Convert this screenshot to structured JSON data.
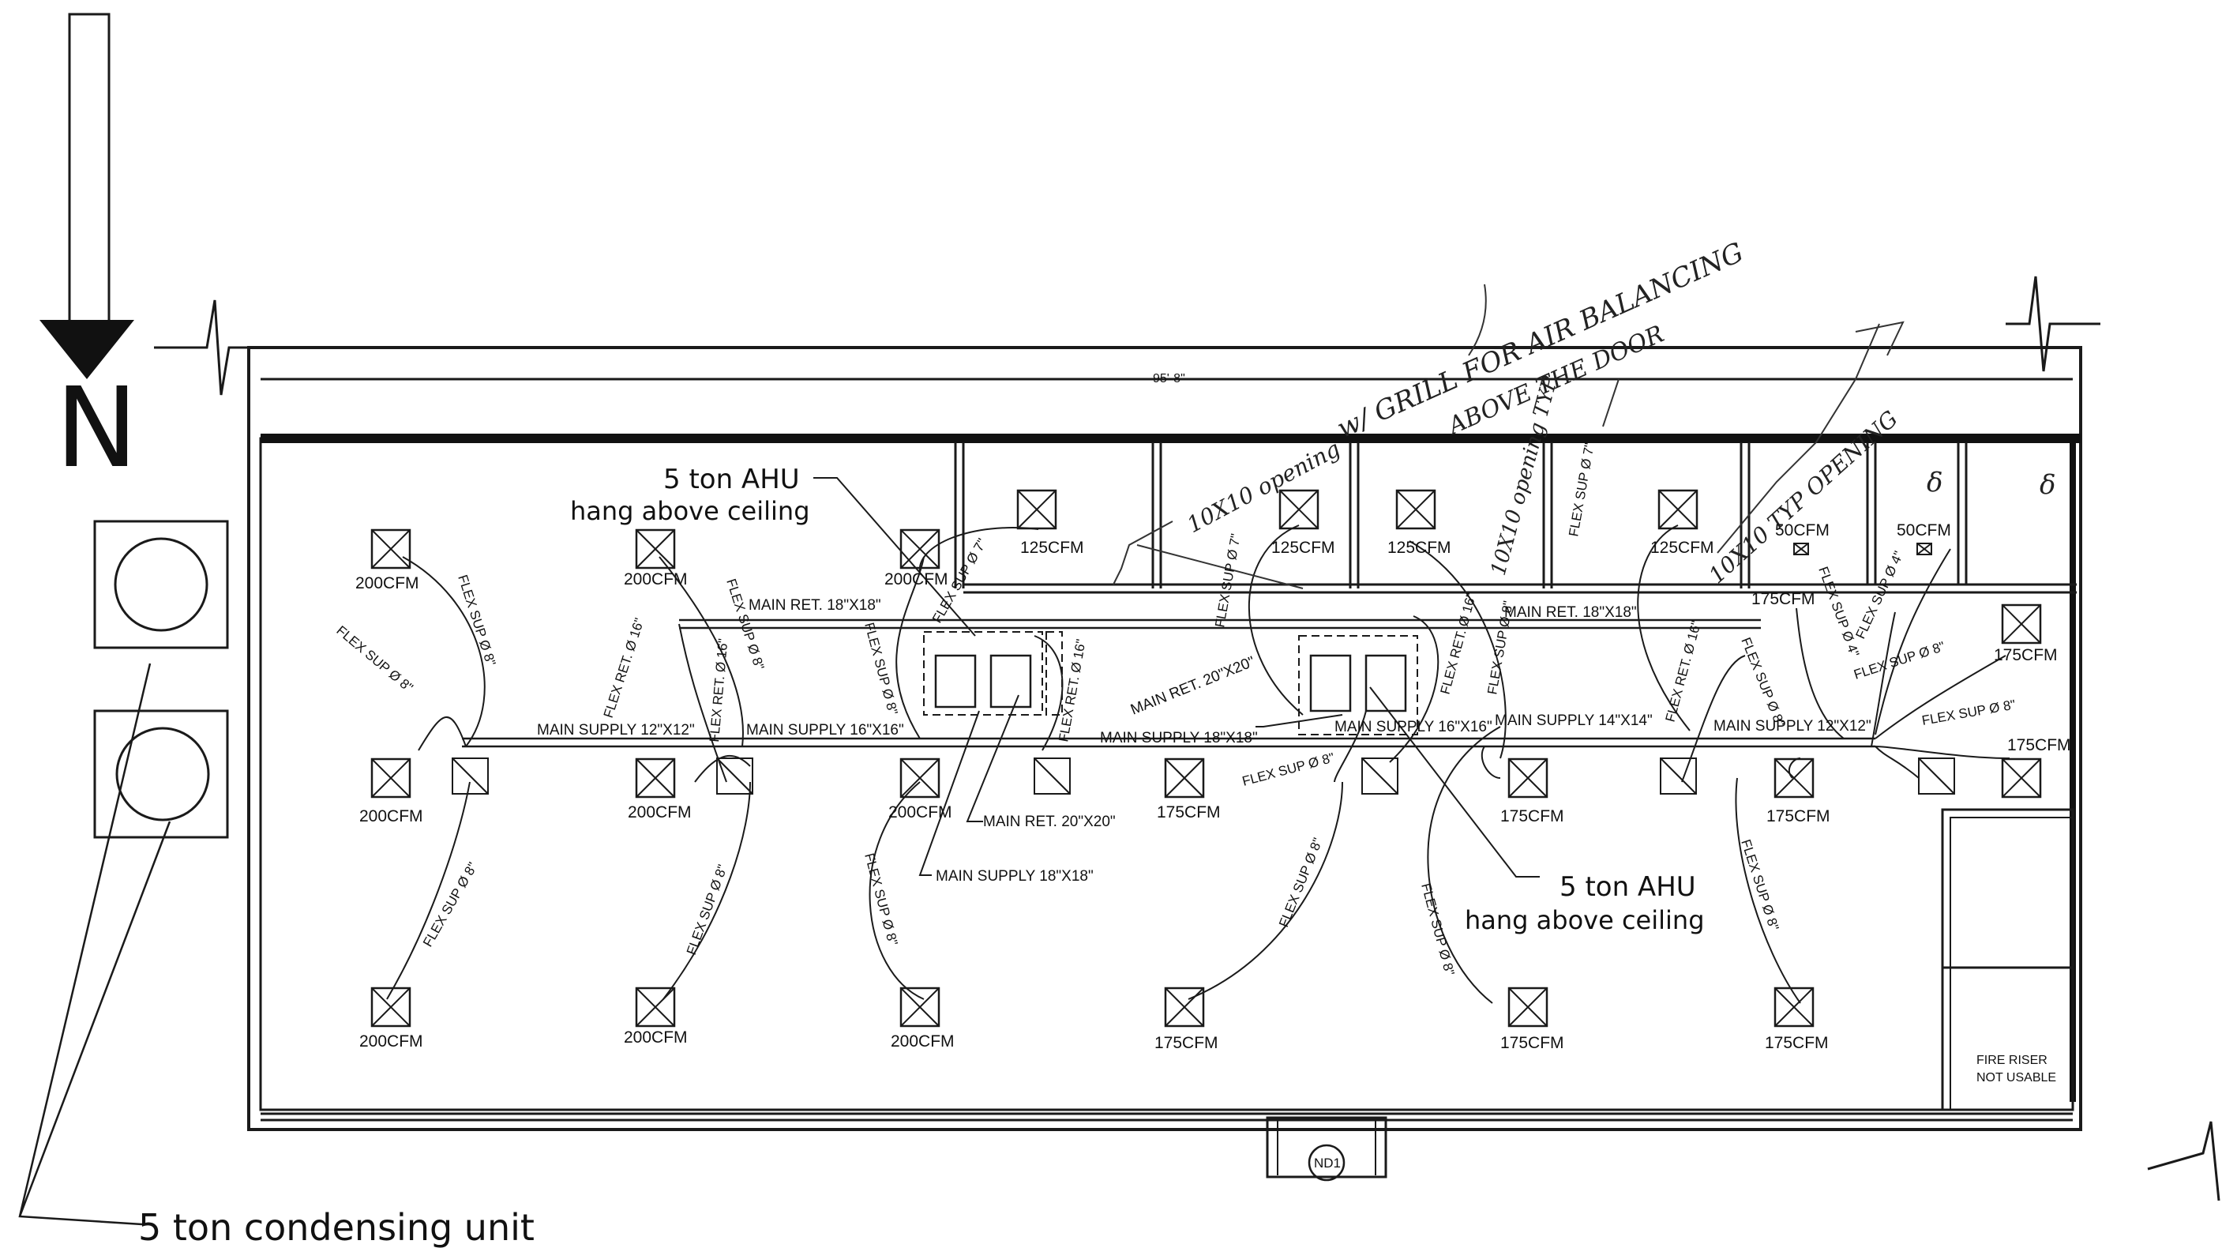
{
  "north": {
    "label": "N"
  },
  "condensers": {
    "label": "5 ton condensing unit"
  },
  "dimension": {
    "label": "95'-8\""
  },
  "ahu_labels": {
    "ahu1_line1": "5 ton AHU",
    "ahu1_line2": "hang above ceiling",
    "ahu2_line1": "5 ton AHU",
    "ahu2_line2": "hang above ceiling"
  },
  "diffusers": [
    {
      "id": "d1",
      "cfm": "200CFM"
    },
    {
      "id": "d2",
      "cfm": "200CFM"
    },
    {
      "id": "d3",
      "cfm": "200CFM"
    },
    {
      "id": "d4",
      "cfm": "200CFM"
    },
    {
      "id": "d5",
      "cfm": "200CFM"
    },
    {
      "id": "d6",
      "cfm": "200CFM"
    },
    {
      "id": "d7",
      "cfm": "200CFM"
    },
    {
      "id": "d8",
      "cfm": "200CFM"
    },
    {
      "id": "d9",
      "cfm": "200CFM"
    },
    {
      "id": "d10",
      "cfm": "125CFM"
    },
    {
      "id": "d11",
      "cfm": "125CFM"
    },
    {
      "id": "d12",
      "cfm": "125CFM"
    },
    {
      "id": "d13",
      "cfm": "125CFM"
    },
    {
      "id": "d14",
      "cfm": "175CFM"
    },
    {
      "id": "d15",
      "cfm": "175CFM"
    },
    {
      "id": "d16",
      "cfm": "175CFM"
    },
    {
      "id": "d17",
      "cfm": "175CFM"
    },
    {
      "id": "d18",
      "cfm": "175CFM"
    },
    {
      "id": "d19",
      "cfm": "175CFM"
    },
    {
      "id": "d20",
      "cfm": "175CFM"
    },
    {
      "id": "d21",
      "cfm": "175CFM"
    },
    {
      "id": "d22",
      "cfm": "175CFM"
    },
    {
      "id": "d23",
      "cfm": "50CFM"
    },
    {
      "id": "d24",
      "cfm": "50CFM"
    }
  ],
  "ducts": {
    "main_ret_1": "MAIN RET. 18\"X18\"",
    "main_supply_1": "MAIN SUPPLY 12\"X12\"",
    "main_supply_2": "MAIN SUPPLY 16\"X16\"",
    "main_ret_2": "MAIN RET. 20\"X20\"",
    "main_supply_3": "MAIN SUPPLY 18\"X18\"",
    "main_ret_3": "MAIN RET. 20\"X20\"",
    "main_supply_4": "MAIN SUPPLY 18\"X18\"",
    "main_supply_5": "MAIN SUPPLY 16\"X16\"",
    "main_supply_6": "MAIN SUPPLY 14\"X14\"",
    "main_supply_7": "MAIN SUPPLY 12\"X12\"",
    "main_ret_4": "MAIN RET. 18\"X18\""
  },
  "flex": {
    "f1": "FLEX SUP Ø 8\"",
    "f2": "FLEX SUP Ø 8\"",
    "f3": "FLEX RET. Ø 16\"",
    "f4": "FLEX RET. Ø 16\"",
    "f5": "FLEX SUP Ø 8\"",
    "f6": "FLEX SUP Ø 8\"",
    "f7": "FLEX SUP Ø 8\"",
    "f8": "FLEX SUP Ø 8\"",
    "f9": "FLEX SUP Ø 8\"",
    "f10": "FLEX SUP Ø 7\"",
    "f11": "FLEX RET. Ø 16\"",
    "f12": "FLEX SUP Ø 7\"",
    "f13": "FLEX SUP Ø 8\"",
    "f14": "FLEX SUP Ø 8\"",
    "f15": "FLEX RET. Ø 16\"",
    "f16": "FLEX SUP Ø 8\"",
    "f17": "FLEX SUP Ø 8\"",
    "f18": "FLEX SUP Ø 7\"",
    "f19": "FLEX RET. Ø 16\"",
    "f20": "FLEX SUP Ø 8\"",
    "f21": "FLEX SUP Ø 8\"",
    "f22": "FLEX SUP Ø 8\"",
    "f23": "FLEX SUP Ø 4\"",
    "f24": "FLEX SUP Ø 4\""
  },
  "fire_riser": {
    "line1": "FIRE RISER",
    "line2": "NOT USABLE"
  },
  "door_tag": "ND1",
  "handwritten": {
    "note1": "w/ GRILL FOR AIR BALANCING",
    "note2": "ABOVE THE DOOR",
    "note3": "10X10 opening",
    "note4": "10X10 opening TYP",
    "note5": "10X10 TYP OPENING",
    "mark1": "δ",
    "mark2": "δ"
  }
}
